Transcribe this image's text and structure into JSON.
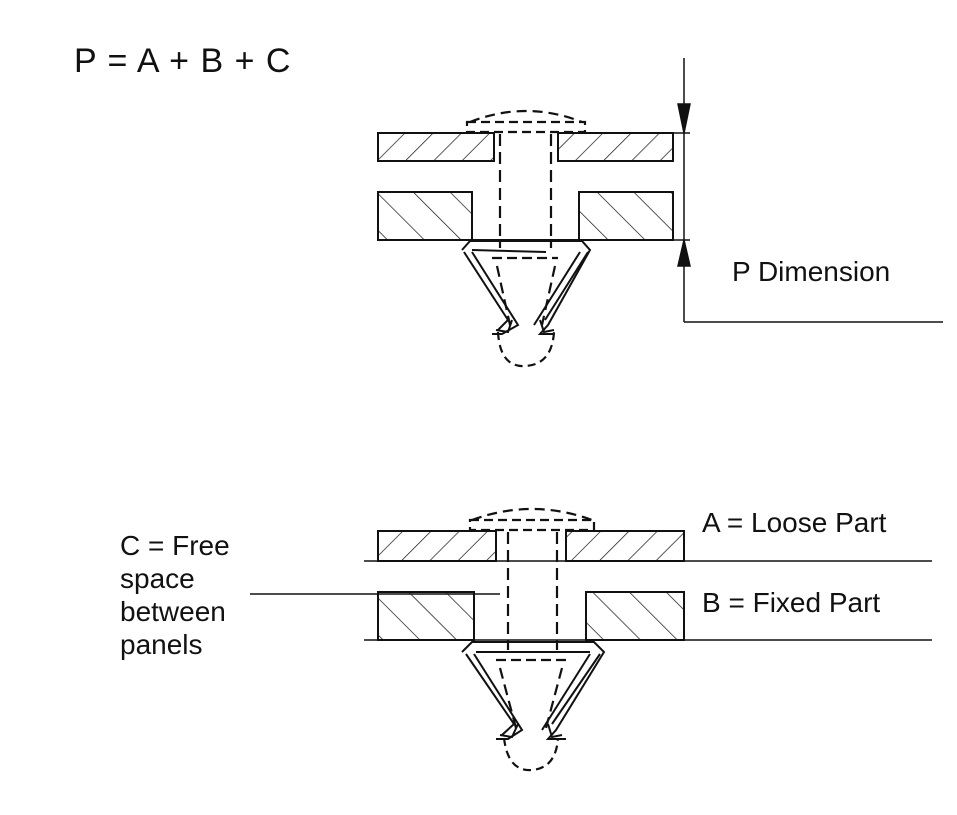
{
  "formula": "P = A + B + C",
  "labels": {
    "p_dimension": "P Dimension",
    "loose_part": "A = Loose Part",
    "fixed_part": "B = Fixed Part",
    "free_space": [
      "C = Free",
      "space",
      "between",
      "panels"
    ]
  },
  "colors": {
    "ink": "#111111",
    "background": "#ffffff"
  }
}
